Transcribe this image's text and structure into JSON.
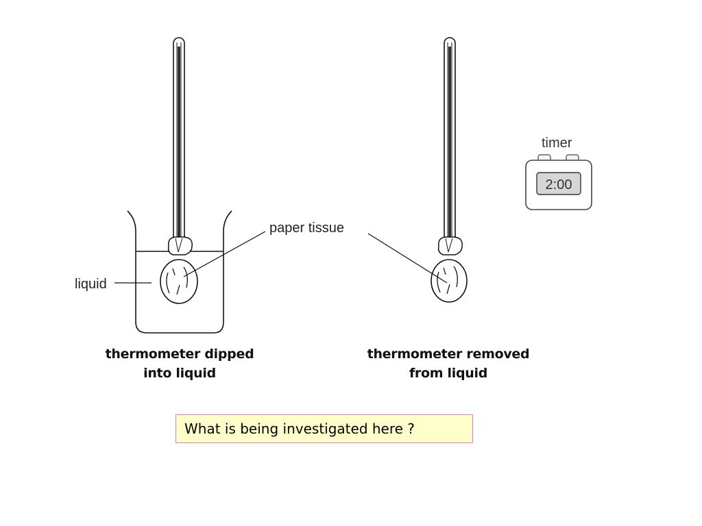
{
  "labels": {
    "liquid": "liquid",
    "paper_tissue": "paper tissue",
    "timer": "timer"
  },
  "timer": {
    "display": "2:00"
  },
  "captions": {
    "left": {
      "line1": "thermometer dipped",
      "line2": "into liquid"
    },
    "right": {
      "line1": "thermometer removed",
      "line2": "from liquid"
    }
  },
  "question": "What is being investigated here ?"
}
